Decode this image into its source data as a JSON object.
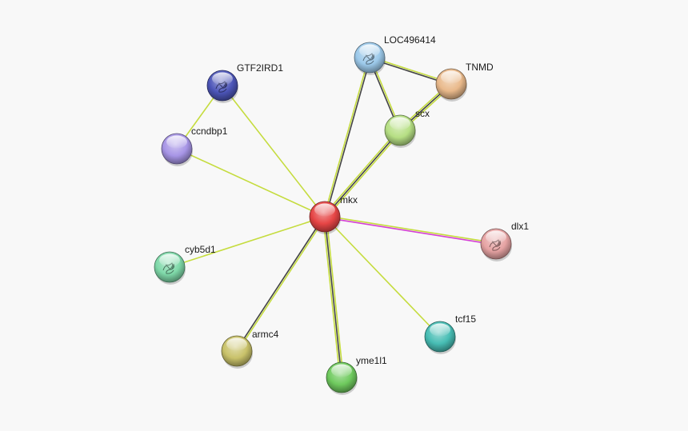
{
  "network": {
    "nodes": [
      {
        "id": "mkx",
        "label": "mkx",
        "color": "#e64545",
        "glyph": false
      },
      {
        "id": "LOC496414",
        "label": "LOC496414",
        "color": "#9cc9ea",
        "glyph": true
      },
      {
        "id": "TNMD",
        "label": "TNMD",
        "color": "#e9b98b",
        "glyph": false
      },
      {
        "id": "scx",
        "label": "scx",
        "color": "#b6df84",
        "glyph": false
      },
      {
        "id": "GTF2IRD1",
        "label": "GTF2IRD1",
        "color": "#4c55b8",
        "glyph": true
      },
      {
        "id": "ccndbp1",
        "label": "ccndbp1",
        "color": "#a795e6",
        "glyph": false
      },
      {
        "id": "cyb5d1",
        "label": "cyb5d1",
        "color": "#7fd9a9",
        "glyph": true
      },
      {
        "id": "dlx1",
        "label": "dlx1",
        "color": "#e6a3a3",
        "glyph": true
      },
      {
        "id": "armc4",
        "label": "armc4",
        "color": "#c9c26a",
        "glyph": false
      },
      {
        "id": "yme1l1",
        "label": "yme1l1",
        "color": "#6fca5e",
        "glyph": false
      },
      {
        "id": "tcf15",
        "label": "tcf15",
        "color": "#47bdb4",
        "glyph": false
      }
    ],
    "edges": [
      {
        "source": "mkx",
        "target": "LOC496414",
        "colors": [
          "#c5dc3e",
          "#444444"
        ]
      },
      {
        "source": "mkx",
        "target": "scx",
        "colors": [
          "#c5dc3e",
          "#444444",
          "#c5dc3e"
        ]
      },
      {
        "source": "mkx",
        "target": "GTF2IRD1",
        "colors": [
          "#c5dc3e"
        ]
      },
      {
        "source": "mkx",
        "target": "ccndbp1",
        "colors": [
          "#c5dc3e"
        ]
      },
      {
        "source": "mkx",
        "target": "cyb5d1",
        "colors": [
          "#c5dc3e"
        ]
      },
      {
        "source": "mkx",
        "target": "dlx1",
        "colors": [
          "#c5dc3e",
          "#d43fd4"
        ]
      },
      {
        "source": "mkx",
        "target": "armc4",
        "colors": [
          "#c5dc3e",
          "#444444"
        ]
      },
      {
        "source": "mkx",
        "target": "yme1l1",
        "colors": [
          "#c5dc3e",
          "#444444",
          "#c5dc3e"
        ]
      },
      {
        "source": "mkx",
        "target": "tcf15",
        "colors": [
          "#c5dc3e"
        ]
      },
      {
        "source": "LOC496414",
        "target": "TNMD",
        "colors": [
          "#c5dc3e",
          "#444444"
        ]
      },
      {
        "source": "LOC496414",
        "target": "scx",
        "colors": [
          "#c5dc3e",
          "#444444"
        ]
      },
      {
        "source": "TNMD",
        "target": "scx",
        "colors": [
          "#c5dc3e",
          "#444444",
          "#c5dc3e"
        ]
      },
      {
        "source": "GTF2IRD1",
        "target": "ccndbp1",
        "colors": [
          "#c5dc3e"
        ]
      }
    ]
  }
}
